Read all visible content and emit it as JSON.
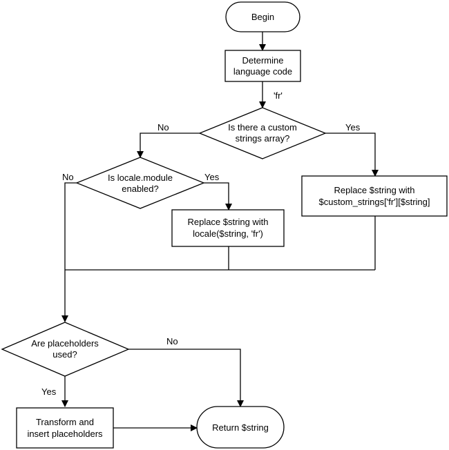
{
  "nodes": {
    "begin": "Begin",
    "determine": [
      "Determine",
      "language code"
    ],
    "custom_decision": [
      "Is there a custom",
      "strings array?"
    ],
    "locale_decision": [
      "Is locale.module",
      "enabled?"
    ],
    "replace_custom": [
      "Replace $string with",
      "$custom_strings['fr'][$string]"
    ],
    "replace_locale": [
      "Replace $string with",
      "locale($string, 'fr')"
    ],
    "placeholders_decision": [
      "Are placeholders",
      "used?"
    ],
    "transform": [
      "Transform and",
      "insert placeholders"
    ],
    "return": "Return $string"
  },
  "edges": {
    "fr": "'fr'",
    "custom_no": "No",
    "custom_yes": "Yes",
    "locale_no": "No",
    "locale_yes": "Yes",
    "placeholders_no": "No",
    "placeholders_yes": "Yes"
  }
}
